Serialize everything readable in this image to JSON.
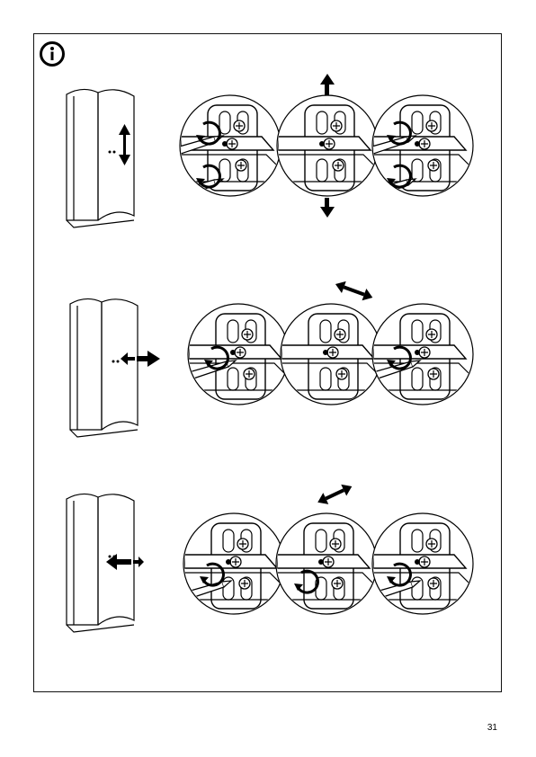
{
  "page": {
    "number": "31",
    "info_icon": "info-circle-icon"
  },
  "steps": [
    {
      "adjustment": "vertical",
      "arrow": "up-down-arrow-icon",
      "screwdriver": "screwdriver-icon"
    },
    {
      "adjustment": "depth",
      "arrow": "left-right-arrow-icon",
      "screwdriver": "screwdriver-icon"
    },
    {
      "adjustment": "lateral",
      "arrow": "left-right-arrow-icon",
      "screwdriver": "screwdriver-icon"
    }
  ]
}
